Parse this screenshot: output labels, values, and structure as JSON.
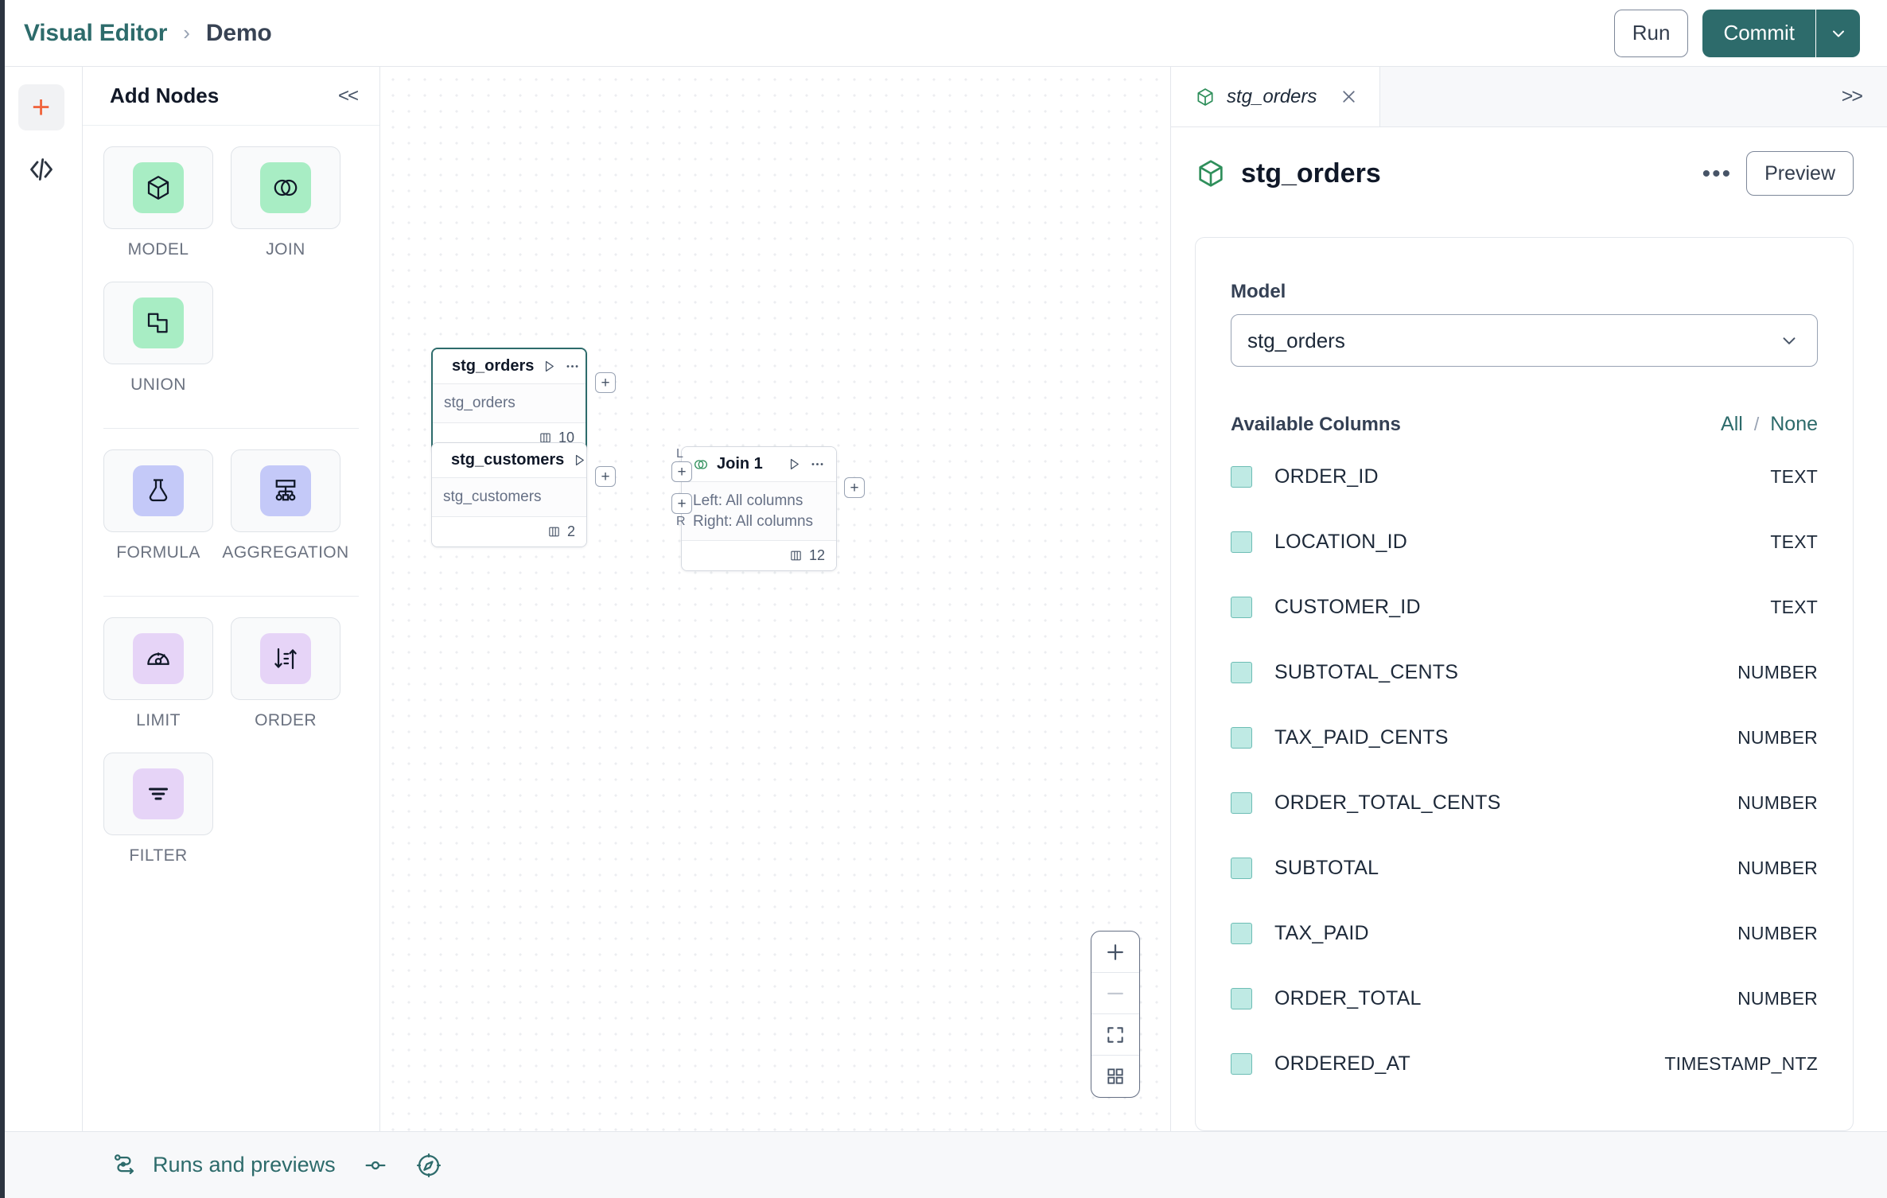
{
  "topbar": {
    "breadcrumb_root": "Visual Editor",
    "breadcrumb_sep": "›",
    "breadcrumb_leaf": "Demo",
    "run_label": "Run",
    "commit_label": "Commit",
    "accent_teal": "#2d6b6b",
    "accent_orange": "#f0663f"
  },
  "rail": {
    "add_icon": "plus-icon",
    "code_icon": "code-icon"
  },
  "nodes_panel": {
    "title": "Add Nodes",
    "collapse_label": "<<",
    "groups": [
      {
        "items": [
          {
            "label": "MODEL",
            "icon": "cube-icon",
            "color": "green"
          },
          {
            "label": "JOIN",
            "icon": "venn-icon",
            "color": "green"
          },
          {
            "label": "UNION",
            "icon": "union-shapes-icon",
            "color": "green"
          }
        ]
      },
      {
        "items": [
          {
            "label": "FORMULA",
            "icon": "flask-icon",
            "color": "indigo"
          },
          {
            "label": "AGGREGATION",
            "icon": "tree-icon",
            "color": "indigo"
          }
        ]
      },
      {
        "items": [
          {
            "label": "LIMIT",
            "icon": "gauge-icon",
            "color": "violet"
          },
          {
            "label": "ORDER",
            "icon": "sort-icon",
            "color": "violet"
          },
          {
            "label": "FILTER",
            "icon": "filter-icon",
            "color": "violet"
          }
        ]
      }
    ]
  },
  "canvas": {
    "flow_nodes": [
      {
        "id": "stg_orders",
        "title": "stg_orders",
        "icon": "cube-icon",
        "body_lines": [
          "stg_orders"
        ],
        "column_count": "10",
        "selected": true
      },
      {
        "id": "stg_customers",
        "title": "stg_customers",
        "icon": "cube-icon",
        "body_lines": [
          "stg_customers"
        ],
        "column_count": "2",
        "selected": false
      },
      {
        "id": "join_1",
        "title": "Join 1",
        "icon": "venn-icon",
        "body_lines": [
          "Left: All columns",
          "Right: All columns"
        ],
        "column_count": "12",
        "selected": false,
        "input_labels": [
          "L",
          "R"
        ]
      }
    ],
    "port_symbol": "+",
    "zoom_controls": [
      {
        "name": "zoom-in",
        "glyph": "+"
      },
      {
        "name": "zoom-out",
        "glyph": "–"
      },
      {
        "name": "fit-view",
        "glyph": "fit"
      },
      {
        "name": "toggle-minimap",
        "glyph": "grid"
      }
    ]
  },
  "right_panel": {
    "tab": {
      "label": "stg_orders",
      "icon": "cube-icon",
      "close_icon": "close-icon"
    },
    "expand_label": ">>",
    "title": "stg_orders",
    "more_label": "•••",
    "preview_label": "Preview",
    "model_field_label": "Model",
    "model_value": "stg_orders",
    "columns_header": "Available Columns",
    "select_all_label": "All",
    "separator": "/",
    "select_none_label": "None",
    "columns": [
      {
        "name": "ORDER_ID",
        "type": "TEXT",
        "checked": true
      },
      {
        "name": "LOCATION_ID",
        "type": "TEXT",
        "checked": true
      },
      {
        "name": "CUSTOMER_ID",
        "type": "TEXT",
        "checked": true
      },
      {
        "name": "SUBTOTAL_CENTS",
        "type": "NUMBER",
        "checked": true
      },
      {
        "name": "TAX_PAID_CENTS",
        "type": "NUMBER",
        "checked": true
      },
      {
        "name": "ORDER_TOTAL_CENTS",
        "type": "NUMBER",
        "checked": true
      },
      {
        "name": "SUBTOTAL",
        "type": "NUMBER",
        "checked": true
      },
      {
        "name": "TAX_PAID",
        "type": "NUMBER",
        "checked": true
      },
      {
        "name": "ORDER_TOTAL",
        "type": "NUMBER",
        "checked": true
      },
      {
        "name": "ORDERED_AT",
        "type": "TIMESTAMP_NTZ",
        "checked": true
      }
    ]
  },
  "footer": {
    "runs_label": "Runs and previews",
    "runs_icon": "flow-run-icon",
    "toggle_icon": "slider-toggle-icon",
    "compass_icon": "compass-icon"
  }
}
